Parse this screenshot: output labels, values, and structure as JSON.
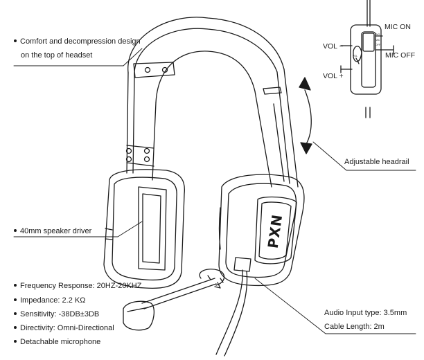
{
  "callouts": {
    "comfort_line1": "Comfort and decompression design",
    "comfort_line2": "on the top of headset",
    "speaker": "40mm speaker driver",
    "headrail": "Adjustable headrail",
    "audio_input": "Audio Input type: 3.5mm",
    "cable_length": "Cable Length: 2m"
  },
  "specs": [
    "Frequency Response: 20HZ-20KHZ",
    "Impedance: 2.2 KΩ",
    "Sensitivity: -38DB±3DB",
    "Directivity: Omni-Directional",
    "Detachable microphone"
  ],
  "controller": {
    "mic_on": "MIC ON",
    "mic_off": "MIC OFF",
    "vol_minus": "VOL −",
    "vol_plus": "VOL +",
    "switch_top": "NO",
    "switch_mid": "MIC",
    "switch_bot": "OFF",
    "dial_label": "VOL"
  },
  "earcup_logo": "PXN",
  "colors": {
    "line": "#1a1a1a",
    "background": "#ffffff"
  }
}
